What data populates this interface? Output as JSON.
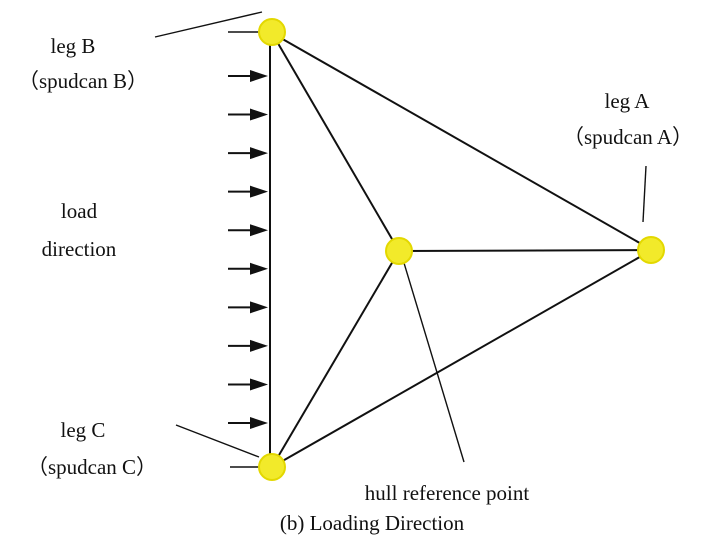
{
  "colors": {
    "line": "#111111",
    "node_fill": "#f2ea2a",
    "node_stroke": "#e3d800",
    "background": "#ffffff"
  },
  "labels": {
    "leg_b": "leg B",
    "spudcan_b": "（spudcan B）",
    "leg_a": "leg A",
    "spudcan_a": "（spudcan A）",
    "leg_c": "leg C",
    "spudcan_c": "（spudcan C）",
    "load_line1": "load",
    "load_line2": "direction",
    "hull_reference": "hull reference point",
    "caption": "(b) Loading Direction"
  },
  "nodes": [
    {
      "id": "leg-b-spudcan"
    },
    {
      "id": "leg-a-spudcan"
    },
    {
      "id": "leg-c-spudcan"
    },
    {
      "id": "hull-reference-point"
    }
  ],
  "load_arrow_count": 10
}
